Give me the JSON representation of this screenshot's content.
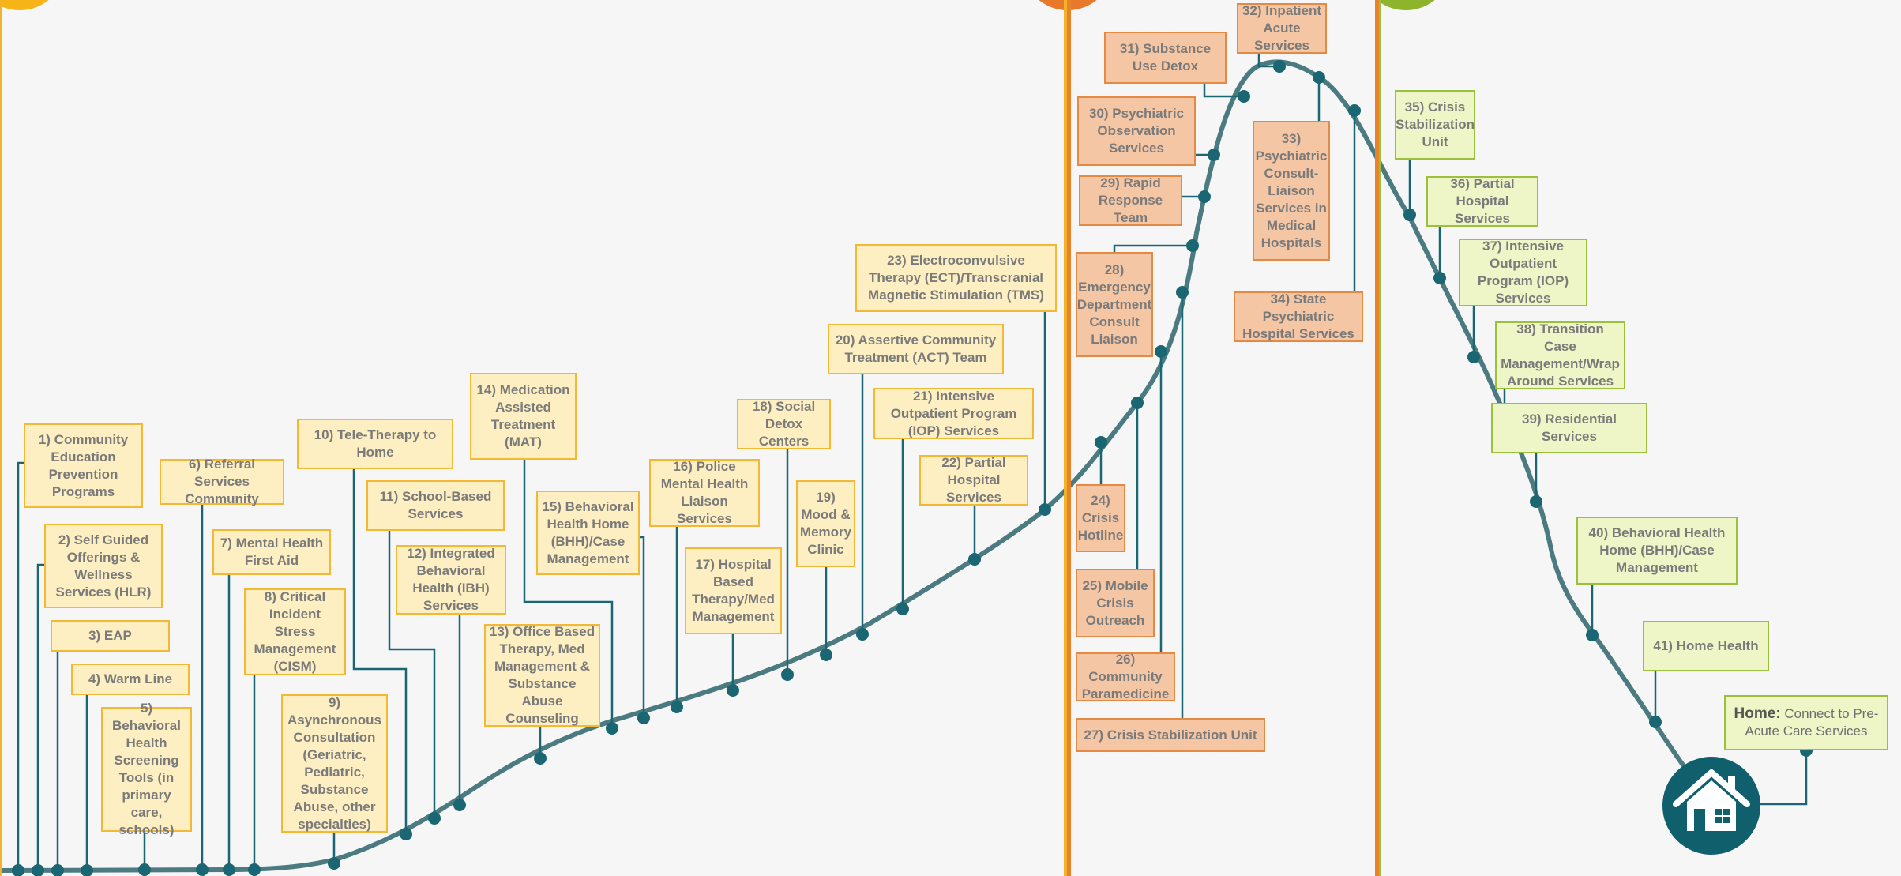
{
  "colors": {
    "curve": "#4b7b80",
    "dot": "#1a6672",
    "prevention_fill": "#fdefc2",
    "prevention_border": "#f3b935",
    "acute_fill": "#f5c6a4",
    "acute_border": "#e58a45",
    "post_fill": "#eef6c8",
    "post_border": "#9bc03c",
    "divider_orange": "#e8832a",
    "divider_yellow": "#f3b12e"
  },
  "services": [
    {
      "id": 1,
      "label": "1) Community Education Prevention Programs"
    },
    {
      "id": 2,
      "label": "2) Self Guided Offerings & Wellness Services (HLR)"
    },
    {
      "id": 3,
      "label": "3) EAP"
    },
    {
      "id": 4,
      "label": "4) Warm Line"
    },
    {
      "id": 5,
      "label": "5) Behavioral Health Screening Tools (in primary care, schools)"
    },
    {
      "id": 6,
      "label": "6) Referral Services Community"
    },
    {
      "id": 7,
      "label": "7) Mental Health First Aid"
    },
    {
      "id": 8,
      "label": "8) Critical Incident Stress Management (CISM)"
    },
    {
      "id": 9,
      "label": "9) Asynchronous Consultation (Geriatric, Pediatric, Substance Abuse, other specialties)"
    },
    {
      "id": 10,
      "label": "10) Tele-Therapy to Home"
    },
    {
      "id": 11,
      "label": "11) School-Based Services"
    },
    {
      "id": 12,
      "label": "12) Integrated Behavioral Health (IBH) Services"
    },
    {
      "id": 13,
      "label": "13) Office Based Therapy, Med Management & Substance Abuse Counseling"
    },
    {
      "id": 14,
      "label": "14) Medication Assisted Treatment (MAT)"
    },
    {
      "id": 15,
      "label": "15) Behavioral Health Home (BHH)/Case Management"
    },
    {
      "id": 16,
      "label": "16) Police Mental Health Liaison Services"
    },
    {
      "id": 17,
      "label": "17) Hospital Based Therapy/Med Management"
    },
    {
      "id": 18,
      "label": "18) Social Detox Centers"
    },
    {
      "id": 19,
      "label": "19) Mood & Memory Clinic"
    },
    {
      "id": 20,
      "label": "20) Assertive Community Treatment (ACT) Team"
    },
    {
      "id": 21,
      "label": "21) Intensive Outpatient Program (IOP) Services"
    },
    {
      "id": 22,
      "label": "22) Partial Hospital Services"
    },
    {
      "id": 23,
      "label": "23) Electroconvulsive Therapy (ECT)/Transcranial Magnetic Stimulation (TMS)"
    },
    {
      "id": 24,
      "label": "24) Crisis Hotline"
    },
    {
      "id": 25,
      "label": "25) Mobile Crisis Outreach"
    },
    {
      "id": 26,
      "label": "26) Community Paramedicine"
    },
    {
      "id": 27,
      "label": "27) Crisis Stabilization Unit"
    },
    {
      "id": 28,
      "label": "28) Emergency Department Consult Liaison"
    },
    {
      "id": 29,
      "label": "29) Rapid Response Team"
    },
    {
      "id": 30,
      "label": "30) Psychiatric Observation Services"
    },
    {
      "id": 31,
      "label": "31) Substance Use Detox"
    },
    {
      "id": 32,
      "label": "32) Inpatient Acute Services"
    },
    {
      "id": 33,
      "label": "33) Psychiatric Consult-Liaison Services in Medical Hospitals"
    },
    {
      "id": 34,
      "label": "34) State Psychiatric Hospital Services"
    },
    {
      "id": 35,
      "label": "35) Crisis Stabilization Unit"
    },
    {
      "id": 36,
      "label": "36) Partial Hospital Services"
    },
    {
      "id": 37,
      "label": "37) Intensive Outpatient Program (IOP) Services"
    },
    {
      "id": 38,
      "label": "38) Transition Case Management/Wrap Around Services"
    },
    {
      "id": 39,
      "label": "39) Residential Services"
    },
    {
      "id": 40,
      "label": "40) Behavioral Health Home (BHH)/Case Management"
    },
    {
      "id": 41,
      "label": "41) Home Health"
    }
  ],
  "home": {
    "title": "Home:",
    "text": "Connect to Pre-Acute Care Services",
    "icon": "house-icon"
  }
}
